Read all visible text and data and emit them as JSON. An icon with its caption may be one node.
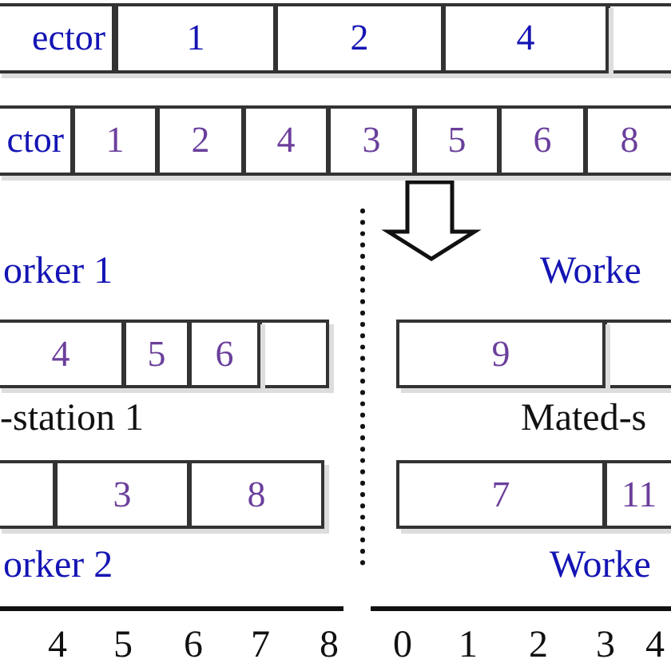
{
  "diagram": {
    "labels": [
      "ector",
      "1",
      "2",
      "4",
      "ctor",
      "1",
      "2",
      "4",
      "3",
      "5",
      "6",
      "8",
      "orker 1",
      "Worke",
      "4",
      "5",
      "6",
      "9",
      "-station 1",
      "Mated-s",
      "3",
      "8",
      "7",
      "11",
      "orker 2",
      "Worke",
      "4",
      "5",
      "6",
      "7",
      "8",
      "0",
      "1",
      "2",
      "3",
      "4"
    ]
  }
}
